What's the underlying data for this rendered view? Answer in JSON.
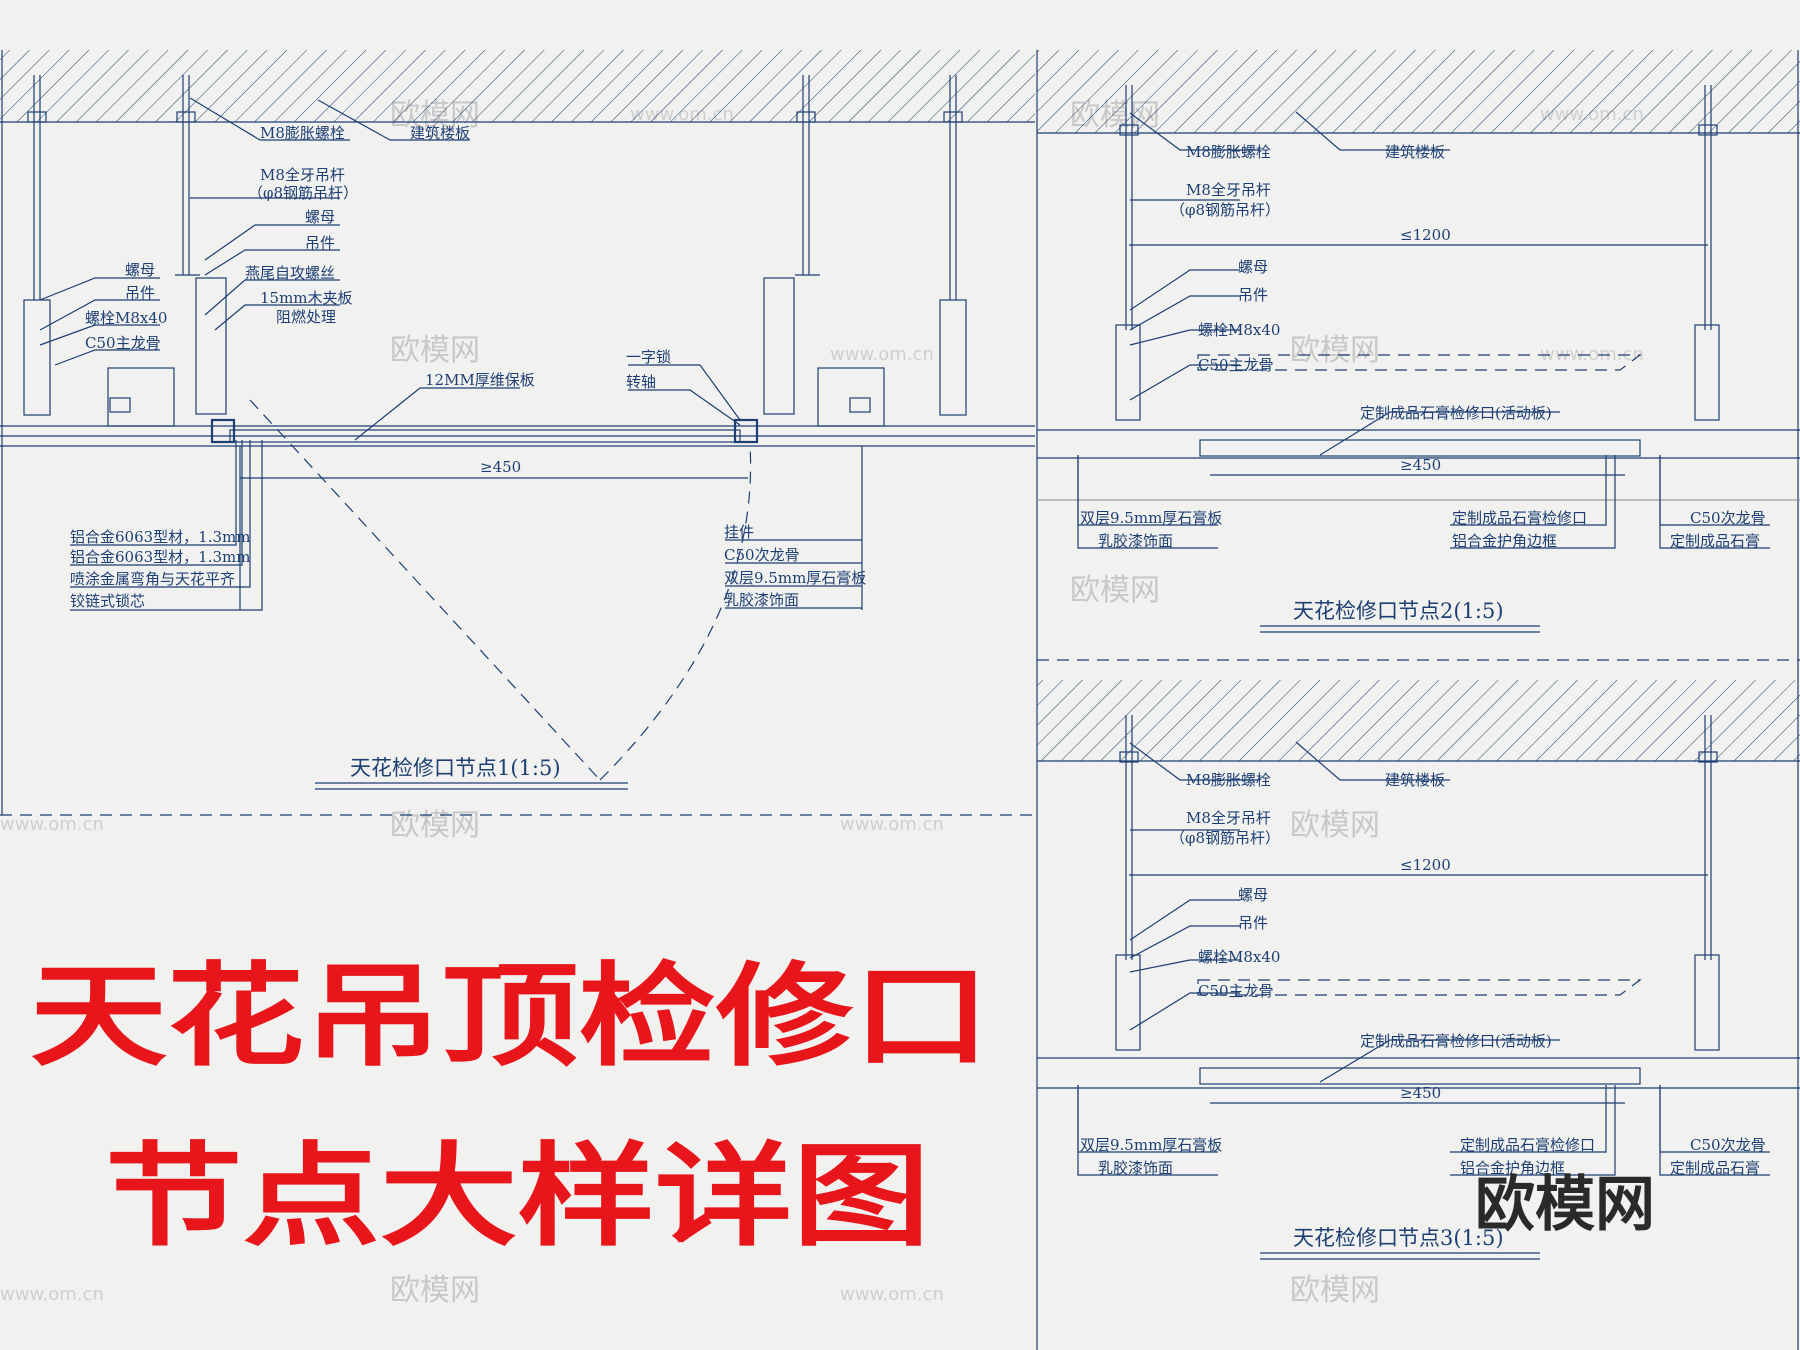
{
  "details": [
    {
      "id": "d1",
      "title": "天花检修口节点1(1:5)",
      "labels": {
        "anchor": "M8膨胀螺栓",
        "slab": "建筑楼板",
        "rod": "M8全牙吊杆",
        "rod_sub": "（φ8钢筋吊杆）",
        "nut_top": "螺母",
        "hanger_top": "吊件",
        "screw": "燕尾自攻螺丝",
        "plywood": "15mm木夹板",
        "plywood_sub": "阻燃处理",
        "nut": "螺母",
        "hanger": "吊件",
        "bolt": "螺栓M8x40",
        "main_keel": "C50主龙骨",
        "panel": "12MM厚维保板",
        "lock": "一字锁",
        "shaft": "转轴",
        "dim": "≥450",
        "alu1": "铝合金6063型材，1.3mm",
        "alu2": "铝合金6063型材，1.3mm",
        "metal": "喷涂金属弯角与天花平齐",
        "hinge": "铰链式锁芯",
        "clip": "挂件",
        "sub_keel": "C50次龙骨",
        "gypsum": "双层9.5mm厚石膏板",
        "paint": "乳胶漆饰面"
      }
    },
    {
      "id": "d2",
      "title": "天花检修口节点2(1:5)",
      "labels": {
        "anchor": "M8膨胀螺栓",
        "slab": "建筑楼板",
        "rod": "M8全牙吊杆",
        "rod_sub": "（φ8钢筋吊杆）",
        "dim_top": "≤1200",
        "nut": "螺母",
        "hanger": "吊件",
        "bolt": "螺栓M8x40",
        "main_keel": "C50主龙骨",
        "hatch": "定制成品石膏检修口(活动板)",
        "dim": "≥450",
        "gypsum": "双层9.5mm厚石膏板",
        "paint": "乳胶漆饰面",
        "hatch2": "定制成品石膏检修口",
        "alu_edge": "铝合金护角边框",
        "sub_keel": "C50次龙骨",
        "gyp_end": "定制成品石膏"
      }
    },
    {
      "id": "d3",
      "title": "天花检修口节点3(1:5)",
      "labels": {
        "anchor": "M8膨胀螺栓",
        "slab": "建筑楼板",
        "rod": "M8全牙吊杆",
        "rod_sub": "（φ8钢筋吊杆）",
        "dim_top": "≤1200",
        "nut": "螺母",
        "hanger": "吊件",
        "bolt": "螺栓M8x40",
        "main_keel": "C50主龙骨",
        "hatch": "定制成品石膏检修口(活动板)",
        "dim": "≥450",
        "gypsum": "双层9.5mm厚石膏板",
        "paint": "乳胶漆饰面",
        "hatch2": "定制成品石膏检修口",
        "alu_edge": "铝合金护角边框",
        "sub_keel": "C50次龙骨",
        "gyp_end": "定制成品石膏"
      }
    }
  ],
  "big_title": {
    "line1": "天花吊顶检修口",
    "line2": "节点大样详图"
  },
  "watermark": {
    "logo": "欧模网",
    "url": "www.om.cn",
    "small": "欧模网"
  },
  "colors": {
    "ink": "#1d3f73",
    "title_red": "#e8161b",
    "paper": "#f1f1ef"
  }
}
